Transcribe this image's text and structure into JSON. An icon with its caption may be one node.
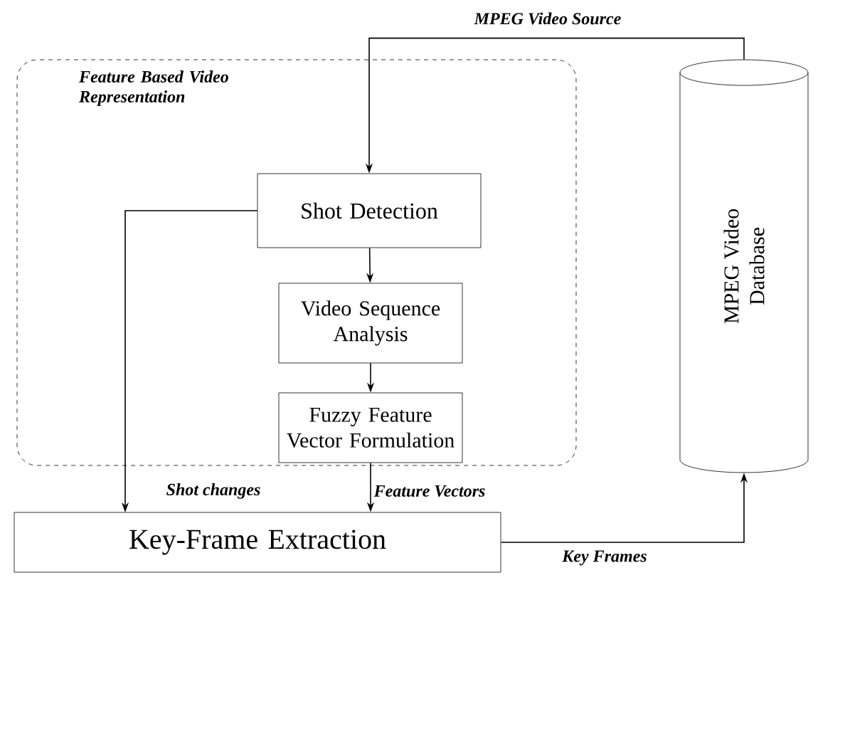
{
  "diagram": {
    "nodes": [
      {
        "text": [
          "Feature Based Video Representation"
        ]
      },
      {
        "text": [
          "Shot Detection"
        ],
        "in": 0
      },
      {
        "text": [
          "Video Sequence Analysis"
        ],
        "in": 0
      },
      {
        "text": [
          "Fuzzy Feature Vector Formulation"
        ],
        "in": 0
      },
      {
        "text": [
          "Key-Frame Extraction"
        ]
      },
      {
        "text": [
          "MPEG Video Database"
        ]
      }
    ],
    "edges": [
      {
        "from": 5,
        "to": 1,
        "arrow": "to",
        "label": "MPEG Video Source"
      },
      {
        "from": 1,
        "to": 2,
        "arrow": "to"
      },
      {
        "from": 2,
        "to": 3,
        "arrow": "to"
      },
      {
        "from": 3,
        "to": 4,
        "arrow": "to",
        "label": "Feature Vectors"
      },
      {
        "from": 1,
        "to": 4,
        "arrow": "to",
        "label": "Shot changes"
      },
      {
        "from": 4,
        "to": 5,
        "arrow": "to",
        "label": "Key Frames"
      }
    ]
  }
}
